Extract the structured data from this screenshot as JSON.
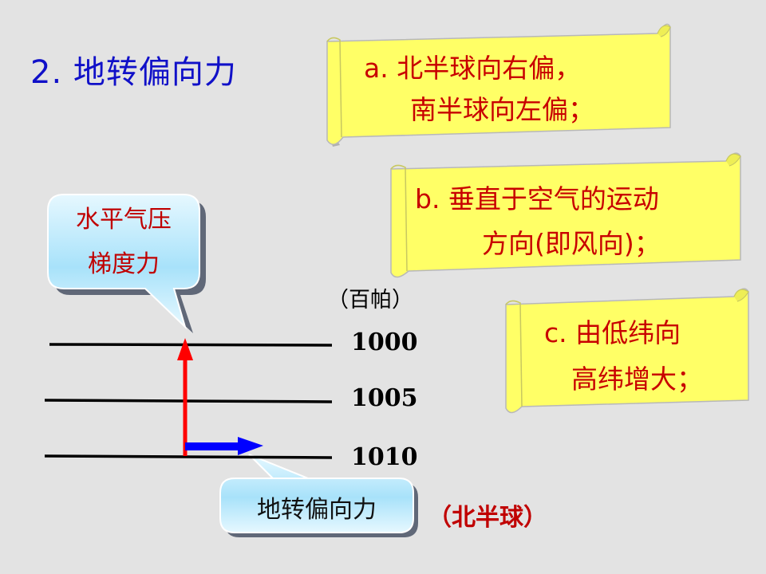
{
  "title": "2. 地转偏向力",
  "scrolls": {
    "a": {
      "line1": "a. 北半球向右偏，",
      "line2": "南半球向左偏；"
    },
    "b": {
      "line1": "b. 垂直于空气的运动",
      "line2": "方向(即风向)；"
    },
    "c": {
      "line1": "c. 由低纬向",
      "line2": "高纬增大；"
    }
  },
  "callouts": {
    "pressure_gradient": {
      "line1": "水平气压",
      "line2": "梯度力"
    },
    "coriolis": "地转偏向力"
  },
  "isobars": {
    "unit": "（百帕）",
    "labels": [
      "1000",
      "1005",
      "1010"
    ]
  },
  "hemisphere_note": "（北半球）",
  "colors": {
    "title": "#1010c8",
    "scroll_fill": "#ffff66",
    "scroll_text": "#c80000",
    "callout_fill": "#b0e8fc",
    "pressure_arrow": "#ff0000",
    "coriolis_arrow": "#0000ff"
  }
}
